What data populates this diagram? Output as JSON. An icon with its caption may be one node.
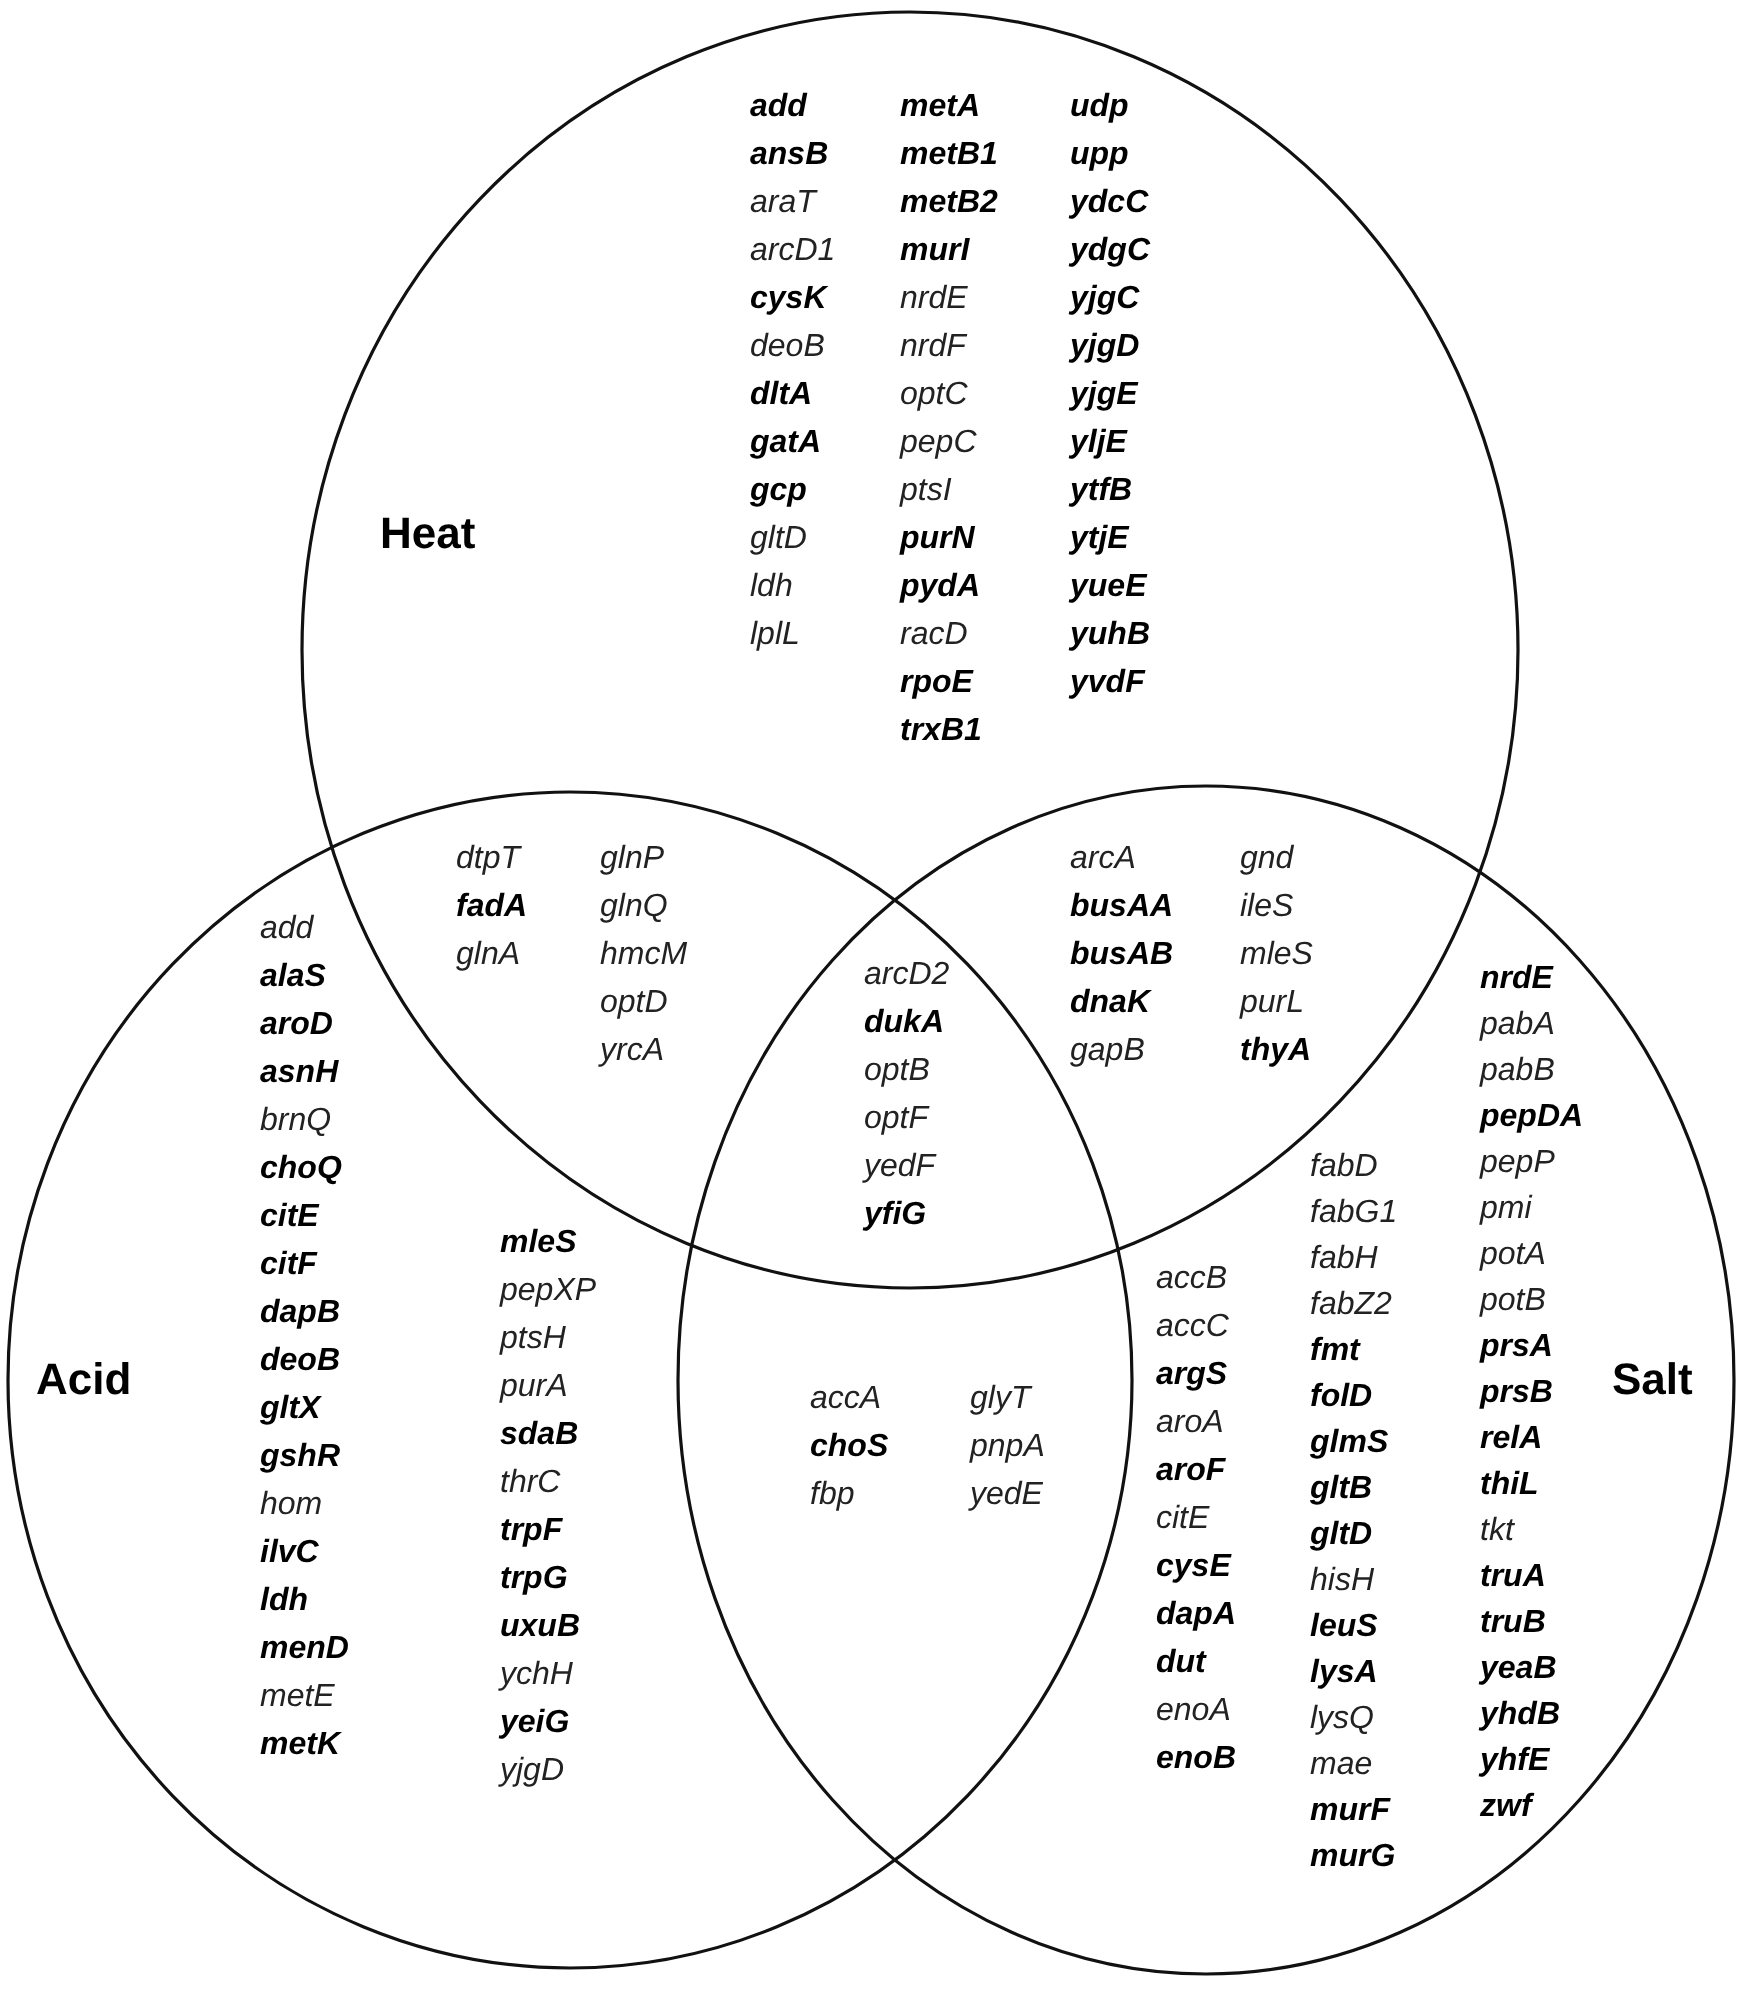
{
  "diagram": {
    "nodes": [
      {
        "text": [
          "Heat"
        ]
      },
      {
        "text": [
          "Acid"
        ]
      },
      {
        "text": [
          "Salt"
        ]
      }
    ],
    "labels": [
      "**add**",
      "**ansB**",
      "araT",
      "arcD1",
      "**cysK**",
      "deoB",
      "**dltA**",
      "**gatA**",
      "**gcp**",
      "gltD",
      "ldh",
      "lplL",
      "**metA**",
      "**metB1**",
      "**metB2**",
      "**murI**",
      "nrdE",
      "nrdF",
      "optC",
      "pepC",
      "ptsI",
      "**purN**",
      "**pydA**",
      "racD",
      "**rpoE**",
      "**trxB1**",
      "**udp**",
      "**upp**",
      "**ydcC**",
      "**ydgC**",
      "**yjgC**",
      "**yjgD**",
      "**yjgE**",
      "**yljE**",
      "**ytfB**",
      "**ytjE**",
      "**yueE**",
      "**yuhB**",
      "**yvdF**",
      "dtpT",
      "**fadA**",
      "glnA",
      "glnP",
      "glnQ",
      "hmcM",
      "optD",
      "yrcA",
      "arcA",
      "**busAA**",
      "**busAB**",
      "**dnaK**",
      "gapB",
      "gnd",
      "ileS",
      "mleS",
      "purL",
      "**thyA**",
      "arcD2",
      "**dukA**",
      "optB",
      "optF",
      "yedF",
      "**yfiG**",
      "add",
      "**alaS**",
      "**aroD**",
      "**asnH**",
      "brnQ",
      "**choQ**",
      "**citE**",
      "**citF**",
      "**dapB**",
      "**deoB**",
      "**gltX**",
      "**gshR**",
      "hom",
      "**ilvC**",
      "**ldh**",
      "**menD**",
      "metE",
      "**metK**",
      "**mleS**",
      "pepXP",
      "ptsH",
      "purA",
      "**sdaB**",
      "thrC",
      "**trpF**",
      "**trpG**",
      "**uxuB**",
      "ychH",
      "**yeiG**",
      "yjgD",
      "accA",
      "**choS**",
      "fbp",
      "glyT",
      "pnpA",
      "yedE",
      "accB",
      "accC",
      "**argS**",
      "aroA",
      "**aroF**",
      "citE",
      "**cysE**",
      "**dapA**",
      "**dut**",
      "enoA",
      "**enoB**",
      "fabD",
      "fabG1",
      "fabH",
      "fabZ2",
      "**fmt**",
      "**folD**",
      "**glmS**",
      "**gltB**",
      "**gltD**",
      "hisH",
      "**leuS**",
      "**lysA**",
      "lysQ",
      "mae",
      "**murF**",
      "**murG**",
      "**nrdE**",
      "pabA",
      "pabB",
      "**pepDA**",
      "pepP",
      "pmi",
      "potA",
      "potB",
      "**prsA**",
      "**prsB**",
      "**relA**",
      "**thiL**",
      "tkt",
      "**truA**",
      "**truB**",
      "**yeaB**",
      "**yhdB**",
      "**yhfE**",
      "**zwf**"
    ]
  }
}
